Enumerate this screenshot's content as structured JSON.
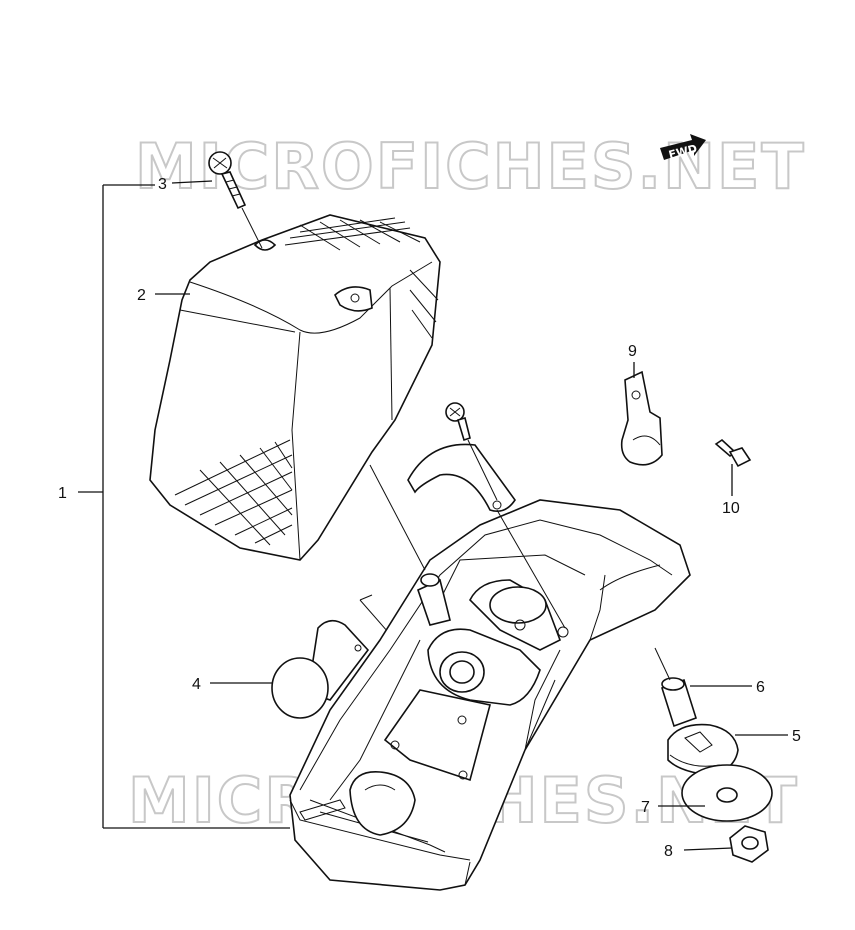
{
  "watermark": {
    "text": "MICROFICHES.NET"
  },
  "direction_badge": {
    "label": "FWD"
  },
  "callouts": [
    "1",
    "2",
    "3",
    "4",
    "5",
    "6",
    "7",
    "8",
    "9",
    "10"
  ]
}
